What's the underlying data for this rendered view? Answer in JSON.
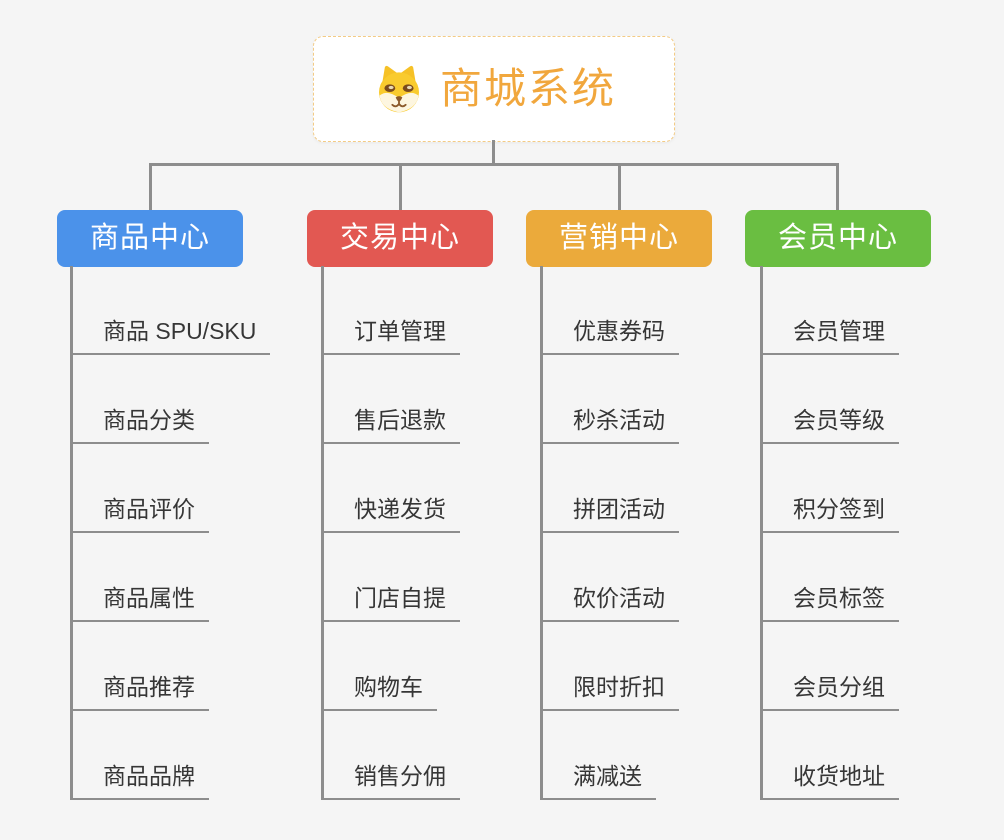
{
  "page": {
    "background": "#f5f5f5",
    "connector_color": "#8d8d8d"
  },
  "root": {
    "title": "商城系统",
    "icon": "dog-face-icon",
    "text_color": "#f1a73d",
    "border_color": "#f3cb85",
    "fill": "#ffffff"
  },
  "branches": [
    {
      "label": "商品中心",
      "color": "#4b92ea",
      "children": [
        "商品 SPU/SKU",
        "商品分类",
        "商品评价",
        "商品属性",
        "商品推荐",
        "商品品牌"
      ]
    },
    {
      "label": "交易中心",
      "color": "#e25852",
      "children": [
        "订单管理",
        "售后退款",
        "快递发货",
        "门店自提",
        "购物车",
        "销售分佣"
      ]
    },
    {
      "label": "营销中心",
      "color": "#ebaa3b",
      "children": [
        "优惠券码",
        "秒杀活动",
        "拼团活动",
        "砍价活动",
        "限时折扣",
        "满减送"
      ]
    },
    {
      "label": "会员中心",
      "color": "#6abe41",
      "children": [
        "会员管理",
        "会员等级",
        "积分签到",
        "会员标签",
        "会员分组",
        "收货地址"
      ]
    }
  ]
}
